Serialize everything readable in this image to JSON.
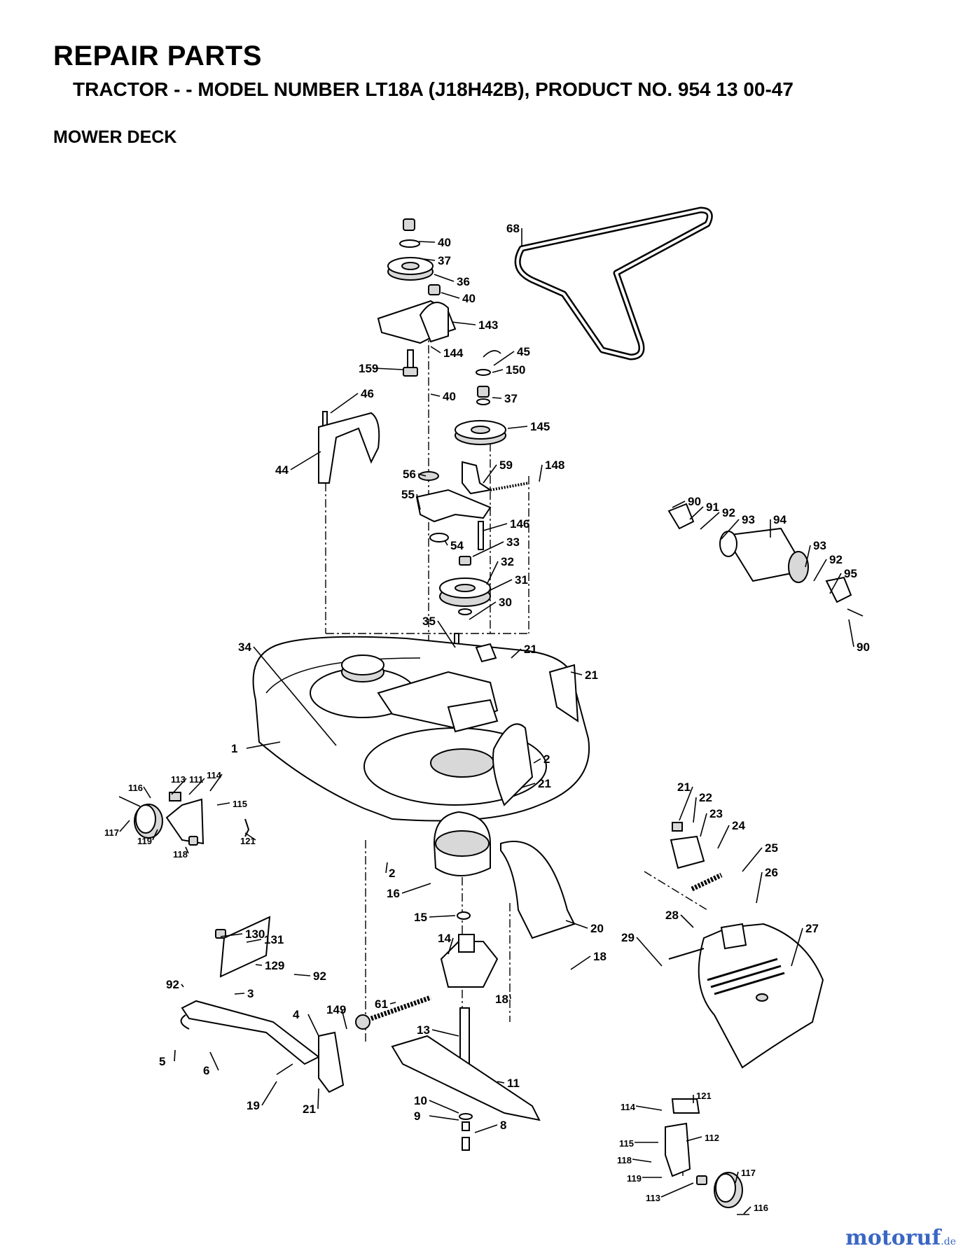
{
  "header": {
    "title": "REPAIR PARTS",
    "subtitle": "TRACTOR - - MODEL NUMBER LT18A (J18H42B), PRODUCT NO. 954 13 00-47",
    "section": "MOWER DECK"
  },
  "callouts": [
    "40",
    "37",
    "36",
    "40",
    "143",
    "144",
    "68",
    "45",
    "159",
    "150",
    "40",
    "37",
    "46",
    "145",
    "44",
    "56",
    "59",
    "148",
    "55",
    "146",
    "54",
    "33",
    "32",
    "31",
    "30",
    "35",
    "34",
    "21",
    "21",
    "90",
    "91",
    "92",
    "93",
    "94",
    "93",
    "92",
    "95",
    "90",
    "1",
    "2",
    "21",
    "116",
    "113",
    "111",
    "114",
    "115",
    "117",
    "119",
    "118",
    "121",
    "21",
    "22",
    "23",
    "24",
    "25",
    "26",
    "2",
    "16",
    "15",
    "20",
    "14",
    "18",
    "18",
    "28",
    "27",
    "29",
    "130",
    "131",
    "129",
    "92",
    "92",
    "3",
    "61",
    "149",
    "4",
    "13",
    "5",
    "6",
    "11",
    "19",
    "21",
    "10",
    "9",
    "8",
    "121",
    "114",
    "112",
    "115",
    "118",
    "119",
    "117",
    "113",
    "116"
  ],
  "watermark": {
    "main": "motoruf",
    "suffix": ".de"
  }
}
